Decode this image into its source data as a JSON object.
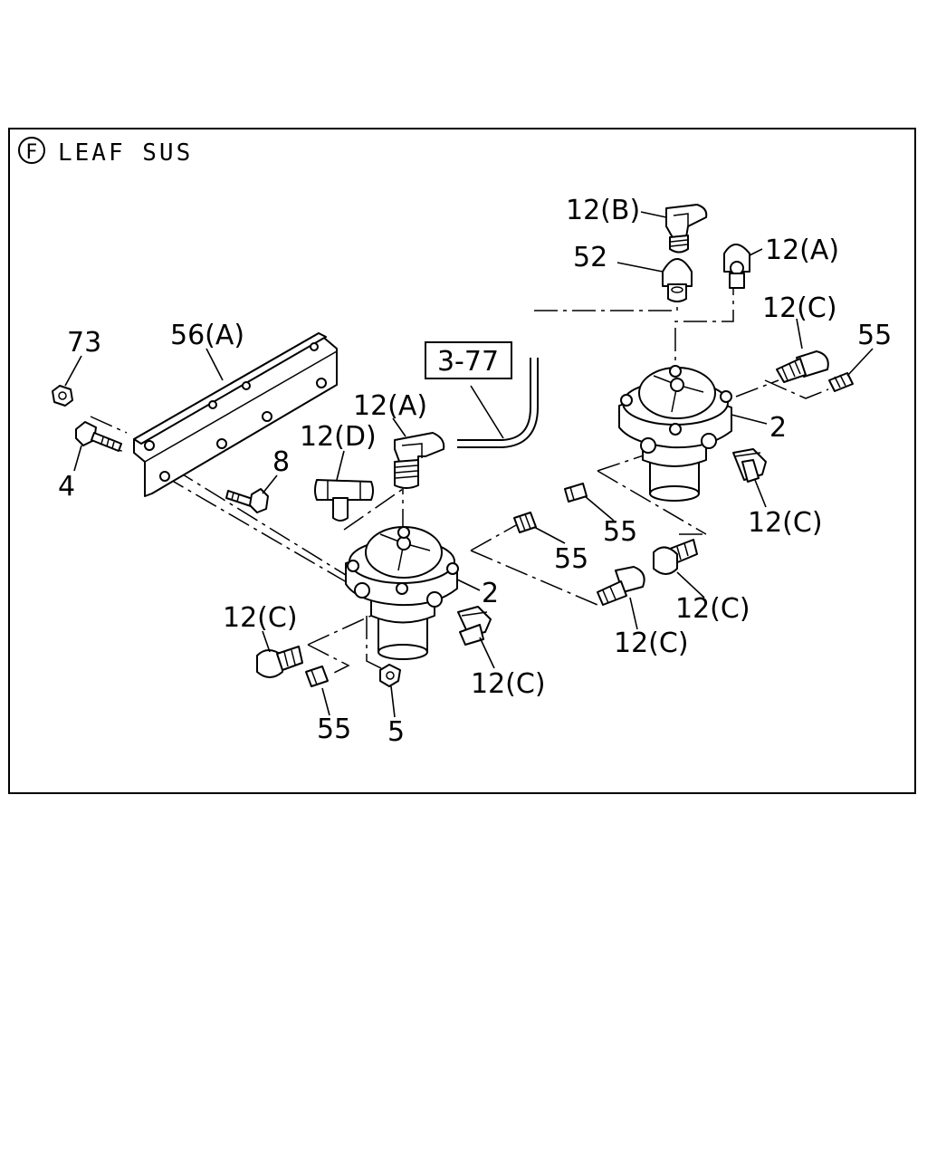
{
  "diagram": {
    "section_letter": "F",
    "section_title": "LEAF SUS",
    "reference_box": "3-77",
    "callouts": {
      "n73": "73",
      "n56a": "56(A)",
      "n4": "4",
      "n8": "8",
      "n12d": "12(D)",
      "n12a_left": "12(A)",
      "n12b": "12(B)",
      "n52": "52",
      "n12a_right": "12(A)",
      "n12c_top_right": "12(C)",
      "n55_top_right": "55",
      "n2_right": "2",
      "n12c_right_fitting": "12(C)",
      "n55_mid": "55",
      "n55_center": "55",
      "n2_left": "2",
      "n12c_center_right": "12(C)",
      "n12c_center": "12(C)",
      "n12c_left_top": "12(C)",
      "n12c_left_bottom": "12(C)",
      "n55_bottom": "55",
      "n5": "5"
    }
  }
}
